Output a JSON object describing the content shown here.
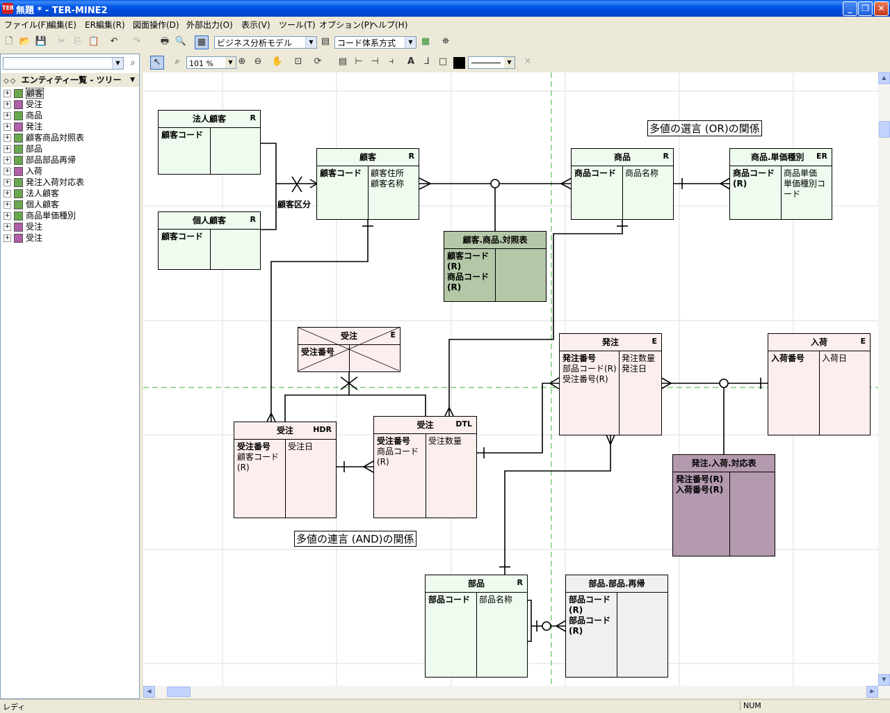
{
  "window": {
    "title": "無題 * - TER-MINE2",
    "app_icon": "TER"
  },
  "menu": [
    "ファイル(F)",
    "編集(E)",
    "ER編集(R)",
    "図面操作(D)",
    "外部出力(O)",
    "表示(V)",
    "ツール(T)",
    "オプション(P)",
    "ヘルプ(H)"
  ],
  "toolbar": {
    "model_select": "ビジネス分析モデル",
    "code_select": "コード体系方式",
    "zoom_value": "101 %"
  },
  "tree": {
    "title": "エンティティ一覧 - ツリー",
    "items": [
      {
        "label": "顧客",
        "color": "#6aa84f"
      },
      {
        "label": "受注",
        "color": "#b05fa8"
      },
      {
        "label": "商品",
        "color": "#6aa84f"
      },
      {
        "label": "発注",
        "color": "#b05fa8"
      },
      {
        "label": "顧客商品対照表",
        "color": "#6aa84f"
      },
      {
        "label": "部品",
        "color": "#6aa84f"
      },
      {
        "label": "部品部品再帰",
        "color": "#6aa84f"
      },
      {
        "label": "入荷",
        "color": "#b05fa8"
      },
      {
        "label": "発注入荷対応表",
        "color": "#6aa84f"
      },
      {
        "label": "法人顧客",
        "color": "#6aa84f"
      },
      {
        "label": "個人顧客",
        "color": "#6aa84f"
      },
      {
        "label": "商品単価種別",
        "color": "#6aa84f"
      },
      {
        "label": "受注",
        "color": "#b05fa8"
      },
      {
        "label": "受注",
        "color": "#b05fa8"
      }
    ]
  },
  "diagram": {
    "notes": {
      "or_note": "多値の選言 (OR)の関係",
      "and_note": "多値の連言 (AND)の関係",
      "subtype_label": "顧客区分"
    },
    "entities": {
      "houjin": {
        "name": "法人顧客",
        "tag": "R",
        "keys": "顧客コード",
        "attrs": ""
      },
      "kojin": {
        "name": "個人顧客",
        "tag": "R",
        "keys": "顧客コード",
        "attrs": ""
      },
      "kokyaku": {
        "name": "顧客",
        "tag": "R",
        "keys": "顧客コード",
        "attrs": "顧客住所\n顧客名称"
      },
      "shohin": {
        "name": "商品",
        "tag": "R",
        "keys": "商品コード",
        "attrs": "商品名称"
      },
      "tanka": {
        "name": "商品.単価種別",
        "tag": "ER",
        "keys": "商品コード\n(R)",
        "attrs": "商品単価\n単価種別コ\nード"
      },
      "taisho": {
        "name": "顧客.商品.対照表",
        "tag": "",
        "keys": "顧客コード\n(R)\n商品コード\n(R)",
        "attrs": ""
      },
      "juchu": {
        "name": "受注",
        "tag": "E",
        "keys": "受注番号",
        "attrs": ""
      },
      "hatchu": {
        "name": "発注",
        "tag": "E",
        "keys": "発注番号",
        "keys_normal": "部品コード(R)\n受注番号(R)",
        "attrs": "発注数量\n発注日"
      },
      "nyuka": {
        "name": "入荷",
        "tag": "E",
        "keys": "入荷番号",
        "attrs": "入荷日"
      },
      "juchu_hdr": {
        "name": "受注",
        "tag": "HDR",
        "keys": "受注番号",
        "keys_normal": "顧客コード\n(R)",
        "attrs": "受注日"
      },
      "juchu_dtl": {
        "name": "受注",
        "tag": "DTL",
        "keys": "受注番号",
        "keys_normal": "商品コード\n(R)",
        "attrs": "受注数量"
      },
      "hatchu_nyuka": {
        "name": "発注.入荷.対応表",
        "tag": "",
        "keys": "発注番号(R)\n入荷番号(R)",
        "attrs": ""
      },
      "buhin": {
        "name": "部品",
        "tag": "R",
        "keys": "部品コード",
        "attrs": "部品名称"
      },
      "buhin_saiki": {
        "name": "部品.部品.再帰",
        "tag": "",
        "keys": "部品コード\n(R)\n部品コード\n(R)",
        "attrs": ""
      }
    }
  },
  "status": {
    "left": "レディ",
    "num": "NUM"
  }
}
